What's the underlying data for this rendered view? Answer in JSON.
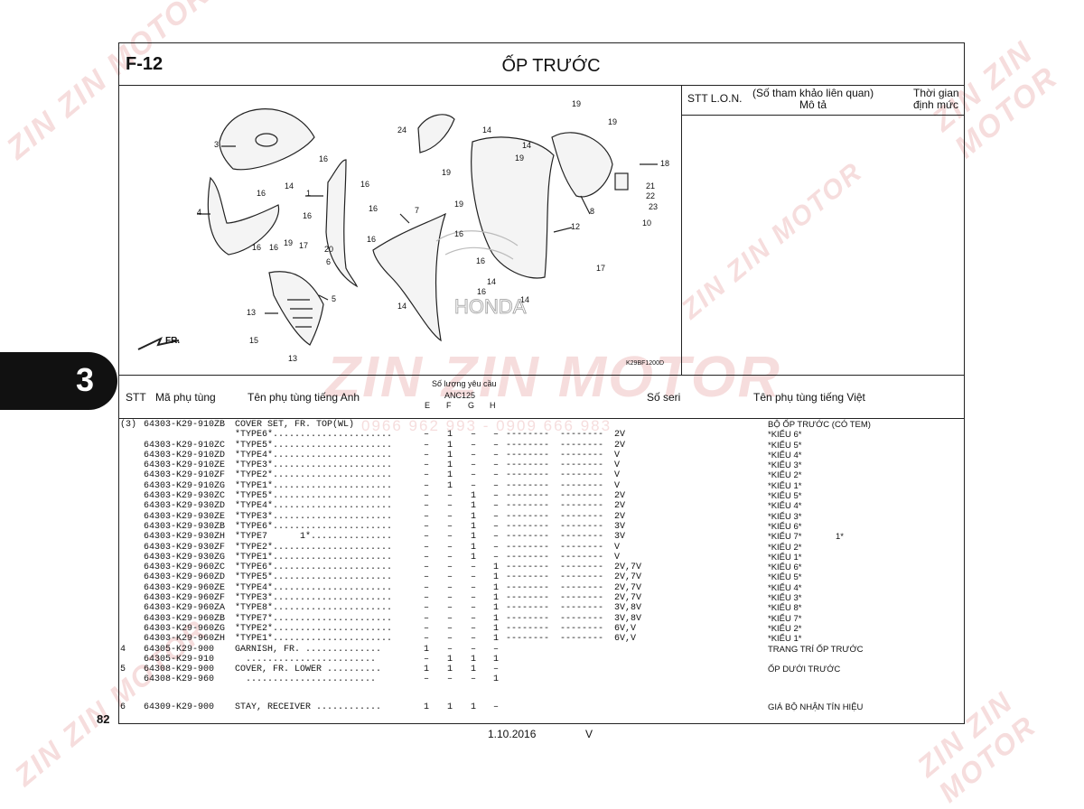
{
  "header": {
    "code": "F-12",
    "title": "ỐP TRƯỚC"
  },
  "ref_panel": {
    "stt_label": "STT L.O.N.",
    "ref_label": "(Số tham khảo liên quan)",
    "desc_label": "Mô tả",
    "time_label_1": "Thời gian",
    "time_label_2": "định mức"
  },
  "diagram": {
    "code": "K29BF1200D",
    "fr_label": "FR.",
    "brand": "HONDA",
    "callouts": [
      "3",
      "4",
      "16",
      "16",
      "16",
      "16",
      "19",
      "14",
      "17",
      "1",
      "16",
      "16",
      "16",
      "20",
      "6",
      "5",
      "13",
      "15",
      "13",
      "24",
      "7",
      "14",
      "19",
      "19",
      "14",
      "16",
      "14",
      "16",
      "19",
      "14",
      "12",
      "14",
      "19",
      "19",
      "18",
      "21",
      "22",
      "23",
      "10",
      "8",
      "17",
      "16",
      "16"
    ]
  },
  "section_tab": "3",
  "table_header": {
    "stt": "STT",
    "part_no": "Mã phụ tùng",
    "name_en": "Tên phụ tùng tiếng Anh",
    "qty_label": "Số lượng yêu cầu",
    "model": "ANC125",
    "col_e": "E",
    "col_f": "F",
    "col_g": "G",
    "col_h": "H",
    "serial": "Số seri",
    "name_vn": "Tên phụ tùng tiếng Việt"
  },
  "rows": [
    {
      "idx": "(3)",
      "pn": "64303-K29-910ZB",
      "en": "COVER SET, FR. TOP(WL)",
      "e": "",
      "f": "",
      "g": "",
      "h": "",
      "serial": "",
      "vn": "BỘ ỐP TRƯỚC (CÓ TEM)",
      "x": ""
    },
    {
      "idx": "",
      "pn": "",
      "en": "*TYPE6*......................",
      "e": "–",
      "f": "1",
      "g": "–",
      "h": "–",
      "serial": "--------  --------  2V",
      "vn": "*KIỂU 6*",
      "x": ""
    },
    {
      "idx": "",
      "pn": "64303-K29-910ZC",
      "en": "*TYPE5*......................",
      "e": "–",
      "f": "1",
      "g": "–",
      "h": "–",
      "serial": "--------  --------  2V",
      "vn": "*KIỂU 5*",
      "x": ""
    },
    {
      "idx": "",
      "pn": "64303-K29-910ZD",
      "en": "*TYPE4*......................",
      "e": "–",
      "f": "1",
      "g": "–",
      "h": "–",
      "serial": "--------  --------  V",
      "vn": "*KIỂU 4*",
      "x": ""
    },
    {
      "idx": "",
      "pn": "64303-K29-910ZE",
      "en": "*TYPE3*......................",
      "e": "–",
      "f": "1",
      "g": "–",
      "h": "–",
      "serial": "--------  --------  V",
      "vn": "*KIỂU 3*",
      "x": ""
    },
    {
      "idx": "",
      "pn": "64303-K29-910ZF",
      "en": "*TYPE2*......................",
      "e": "–",
      "f": "1",
      "g": "–",
      "h": "–",
      "serial": "--------  --------  V",
      "vn": "*KIỂU 2*",
      "x": ""
    },
    {
      "idx": "",
      "pn": "64303-K29-910ZG",
      "en": "*TYPE1*......................",
      "e": "–",
      "f": "1",
      "g": "–",
      "h": "–",
      "serial": "--------  --------  V",
      "vn": "*KIỂU 1*",
      "x": ""
    },
    {
      "idx": "",
      "pn": "64303-K29-930ZC",
      "en": "*TYPE5*......................",
      "e": "–",
      "f": "–",
      "g": "1",
      "h": "–",
      "serial": "--------  --------  2V",
      "vn": "*KIỂU 5*",
      "x": ""
    },
    {
      "idx": "",
      "pn": "64303-K29-930ZD",
      "en": "*TYPE4*......................",
      "e": "–",
      "f": "–",
      "g": "1",
      "h": "–",
      "serial": "--------  --------  2V",
      "vn": "*KIỂU 4*",
      "x": ""
    },
    {
      "idx": "",
      "pn": "64303-K29-930ZE",
      "en": "*TYPE3*......................",
      "e": "–",
      "f": "–",
      "g": "1",
      "h": "–",
      "serial": "--------  --------  2V",
      "vn": "*KIỂU 3*",
      "x": ""
    },
    {
      "idx": "",
      "pn": "64303-K29-930ZB",
      "en": "*TYPE6*......................",
      "e": "–",
      "f": "–",
      "g": "1",
      "h": "–",
      "serial": "--------  --------  3V",
      "vn": "*KIỂU 6*",
      "x": ""
    },
    {
      "idx": "",
      "pn": "64303-K29-930ZH",
      "en": "*TYPE7      1*...............",
      "e": "–",
      "f": "–",
      "g": "1",
      "h": "–",
      "serial": "--------  --------  3V",
      "vn": "*KIỂU 7*",
      "x": "1*"
    },
    {
      "idx": "",
      "pn": "64303-K29-930ZF",
      "en": "*TYPE2*......................",
      "e": "–",
      "f": "–",
      "g": "1",
      "h": "–",
      "serial": "--------  --------  V",
      "vn": "*KIỂU 2*",
      "x": ""
    },
    {
      "idx": "",
      "pn": "64303-K29-930ZG",
      "en": "*TYPE1*......................",
      "e": "–",
      "f": "–",
      "g": "1",
      "h": "–",
      "serial": "--------  --------  V",
      "vn": "*KIỂU 1*",
      "x": ""
    },
    {
      "idx": "",
      "pn": "64303-K29-960ZC",
      "en": "*TYPE6*......................",
      "e": "–",
      "f": "–",
      "g": "–",
      "h": "1",
      "serial": "--------  --------  2V,7V",
      "vn": "*KIỂU 6*",
      "x": ""
    },
    {
      "idx": "",
      "pn": "64303-K29-960ZD",
      "en": "*TYPE5*......................",
      "e": "–",
      "f": "–",
      "g": "–",
      "h": "1",
      "serial": "--------  --------  2V,7V",
      "vn": "*KIỂU 5*",
      "x": ""
    },
    {
      "idx": "",
      "pn": "64303-K29-960ZE",
      "en": "*TYPE4*......................",
      "e": "–",
      "f": "–",
      "g": "–",
      "h": "1",
      "serial": "--------  --------  2V,7V",
      "vn": "*KIỂU 4*",
      "x": ""
    },
    {
      "idx": "",
      "pn": "64303-K29-960ZF",
      "en": "*TYPE3*......................",
      "e": "–",
      "f": "–",
      "g": "–",
      "h": "1",
      "serial": "--------  --------  2V,7V",
      "vn": "*KIỂU 3*",
      "x": ""
    },
    {
      "idx": "",
      "pn": "64303-K29-960ZA",
      "en": "*TYPE8*......................",
      "e": "–",
      "f": "–",
      "g": "–",
      "h": "1",
      "serial": "--------  --------  3V,8V",
      "vn": "*KIỂU 8*",
      "x": ""
    },
    {
      "idx": "",
      "pn": "64303-K29-960ZB",
      "en": "*TYPE7*......................",
      "e": "–",
      "f": "–",
      "g": "–",
      "h": "1",
      "serial": "--------  --------  3V,8V",
      "vn": "*KIỂU 7*",
      "x": ""
    },
    {
      "idx": "",
      "pn": "64303-K29-960ZG",
      "en": "*TYPE2*......................",
      "e": "–",
      "f": "–",
      "g": "–",
      "h": "1",
      "serial": "--------  --------  6V,V",
      "vn": "*KIỂU 2*",
      "x": ""
    },
    {
      "idx": "",
      "pn": "64303-K29-960ZH",
      "en": "*TYPE1*......................",
      "e": "–",
      "f": "–",
      "g": "–",
      "h": "1",
      "serial": "--------  --------  6V,V",
      "vn": "*KIỂU 1*",
      "x": ""
    },
    {
      "idx": "4",
      "pn": "64305-K29-900",
      "en": "GARNISH, FR. ..............",
      "e": "1",
      "f": "–",
      "g": "–",
      "h": "–",
      "serial": "",
      "vn": "TRANG TRÍ ỐP TRƯỚC",
      "x": ""
    },
    {
      "idx": "",
      "pn": "64305-K29-910",
      "en": "  ........................",
      "e": "–",
      "f": "1",
      "g": "1",
      "h": "1",
      "serial": "",
      "vn": "",
      "x": ""
    },
    {
      "idx": "5",
      "pn": "64308-K29-900",
      "en": "COVER, FR. LOWER ..........",
      "e": "1",
      "f": "1",
      "g": "1",
      "h": "–",
      "serial": "",
      "vn": "ỐP DƯỚI TRƯỚC",
      "x": ""
    },
    {
      "idx": "",
      "pn": "64308-K29-960",
      "en": "  ........................",
      "e": "–",
      "f": "–",
      "g": "–",
      "h": "1",
      "serial": "",
      "vn": "",
      "x": ""
    },
    {
      "idx": "",
      "pn": "",
      "en": "",
      "e": "",
      "f": "",
      "g": "",
      "h": "",
      "serial": "",
      "vn": "",
      "x": ""
    },
    {
      "idx": "6",
      "pn": "64309-K29-900",
      "en": "STAY, RECEIVER ............",
      "e": "1",
      "f": "1",
      "g": "1",
      "h": "–",
      "serial": "",
      "vn": "GIÁ BỘ NHẬN TÍN HIỆU",
      "x": ""
    }
  ],
  "footer": {
    "page": "82",
    "date": "1.10.2016",
    "version": "V"
  },
  "watermark": {
    "brand": "ZIN ZIN MOTOR",
    "phone": "0966 962 993 - 0909 666 983"
  },
  "colors": {
    "watermark": "#e07878",
    "ink": "#111111",
    "tab": "#111111"
  }
}
